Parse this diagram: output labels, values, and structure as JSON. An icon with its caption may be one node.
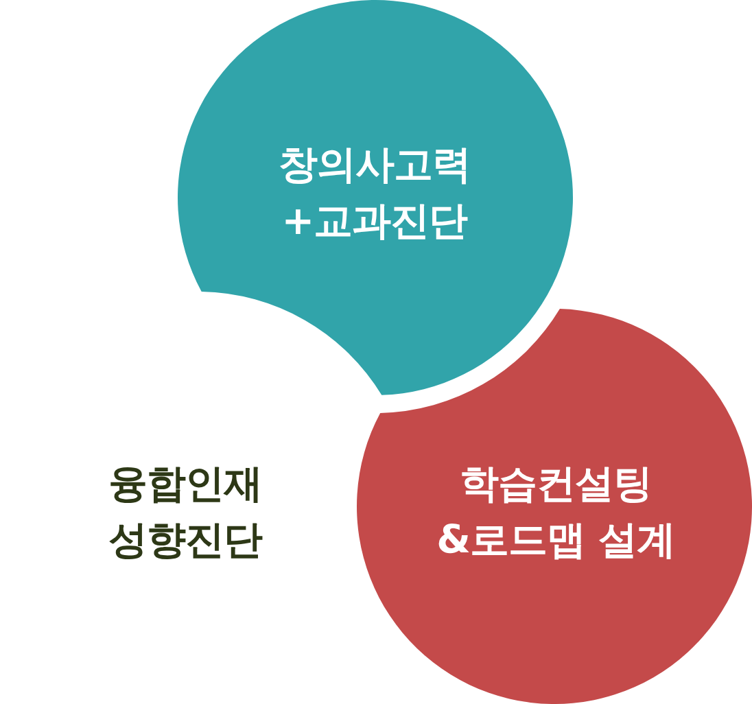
{
  "diagram": {
    "nodes": [
      {
        "text": [
          "창의사고력 +교과진단"
        ]
      },
      {
        "text": [
          "융합인재 성향진단"
        ]
      },
      {
        "text": [
          "학습컨설팅 &로드맵 설계"
        ]
      }
    ]
  }
}
